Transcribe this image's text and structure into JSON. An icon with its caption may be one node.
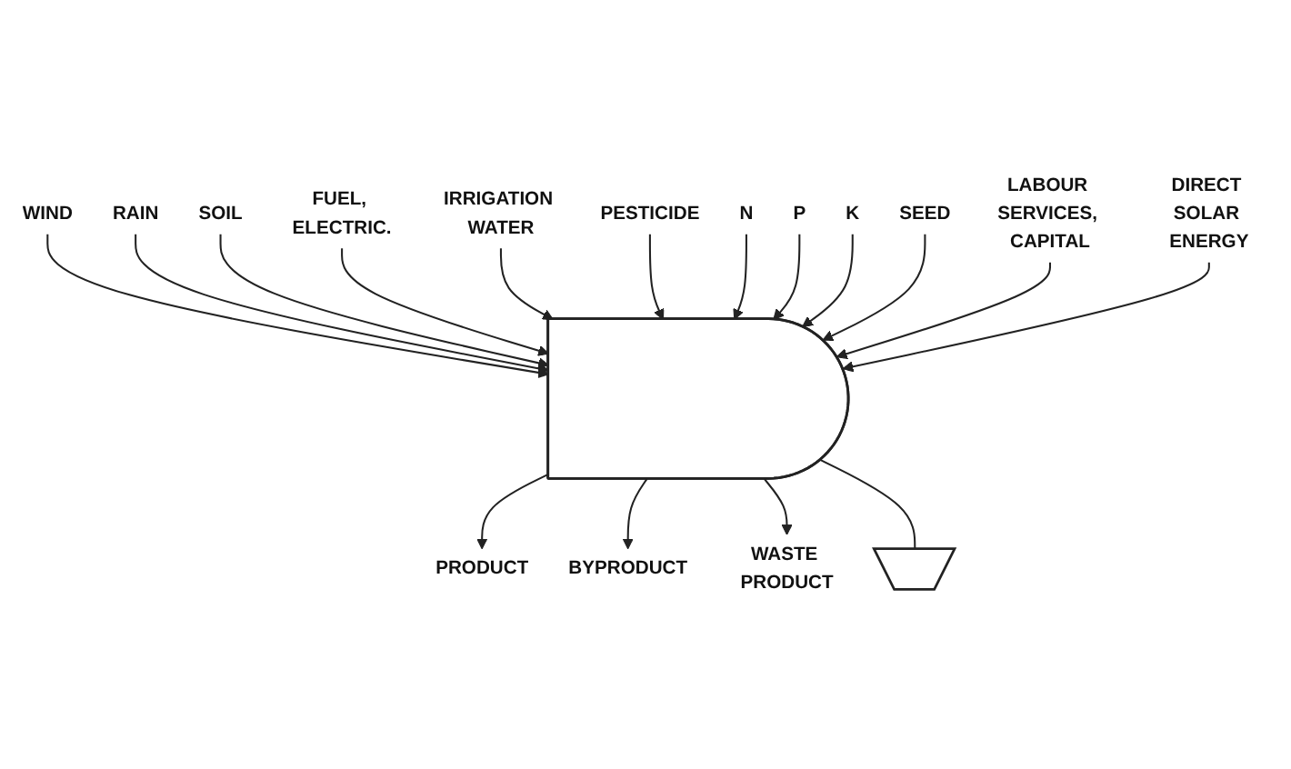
{
  "diagram": {
    "nodes": [
      {
        "text": [
          "WIND"
        ]
      },
      {
        "text": [
          "RAIN"
        ]
      },
      {
        "text": [
          "SOIL"
        ]
      },
      {
        "text": [
          "FUEL, ELECTRIC."
        ]
      },
      {
        "text": [
          "IRRIGATION WATER"
        ]
      },
      {
        "text": [
          "PESTICIDE"
        ]
      },
      {
        "text": [
          "N"
        ]
      },
      {
        "text": [
          "P"
        ]
      },
      {
        "text": [
          "K"
        ]
      },
      {
        "text": [
          "SEED"
        ]
      },
      {
        "text": [
          "LABOUR SERVICES, CAPITAL"
        ]
      },
      {
        "text": [
          "DIRECT SOLAR ENERGY"
        ]
      },
      {
        "text": [],
        "shape": "box"
      },
      {
        "text": [
          "PRODUCT"
        ]
      },
      {
        "text": [
          "BYPRODUCT"
        ]
      },
      {
        "text": [
          "WASTE PRODUCT"
        ]
      },
      {
        "text": [],
        "shape": "ground"
      }
    ],
    "edges": [
      {
        "from": 0,
        "to": 12,
        "arrow": "to"
      },
      {
        "from": 1,
        "to": 12,
        "arrow": "to"
      },
      {
        "from": 2,
        "to": 12,
        "arrow": "to"
      },
      {
        "from": 3,
        "to": 12,
        "arrow": "to"
      },
      {
        "from": 4,
        "to": 12,
        "arrow": "to"
      },
      {
        "from": 5,
        "to": 12,
        "arrow": "to"
      },
      {
        "from": 6,
        "to": 12,
        "arrow": "to"
      },
      {
        "from": 7,
        "to": 12,
        "arrow": "to"
      },
      {
        "from": 8,
        "to": 12,
        "arrow": "to"
      },
      {
        "from": 9,
        "to": 12,
        "arrow": "to"
      },
      {
        "from": 10,
        "to": 12,
        "arrow": "to"
      },
      {
        "from": 11,
        "to": 12,
        "arrow": "to"
      },
      {
        "from": 12,
        "to": 13,
        "arrow": "to"
      },
      {
        "from": 12,
        "to": 14,
        "arrow": "to"
      },
      {
        "from": 12,
        "to": 15,
        "arrow": "to"
      },
      {
        "from": 12,
        "to": 16,
        "arrow": "none"
      }
    ]
  }
}
